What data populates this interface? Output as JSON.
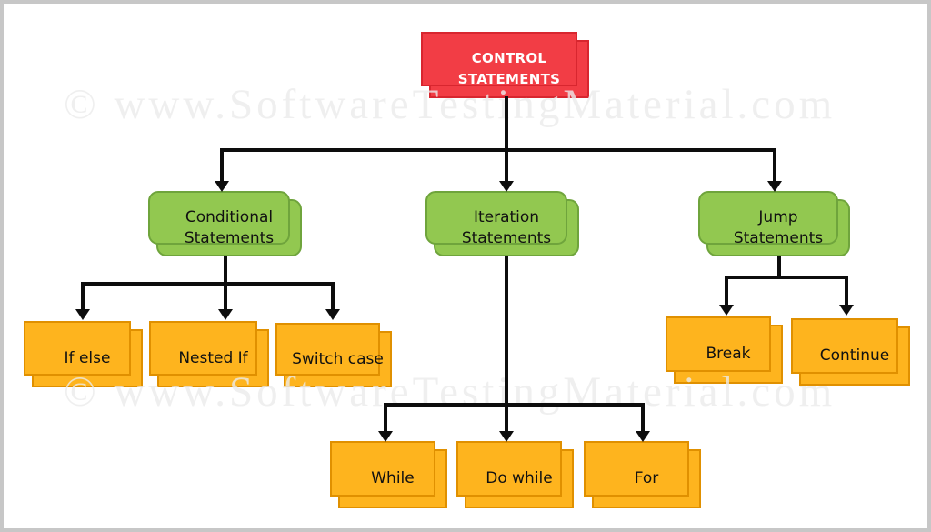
{
  "nodes": {
    "root": {
      "label": "CONTROL\nSTATEMENTS"
    },
    "conditional": {
      "label": "Conditional\nStatements"
    },
    "iteration": {
      "label": "Iteration\nStatements"
    },
    "jump": {
      "label": "Jump\nStatements"
    },
    "if_else": {
      "label": "If else"
    },
    "nested_if": {
      "label": "Nested If"
    },
    "switch_case": {
      "label": "Switch case"
    },
    "while": {
      "label": "While"
    },
    "do_while": {
      "label": "Do while"
    },
    "for": {
      "label": "For"
    },
    "break": {
      "label": "Break"
    },
    "continue": {
      "label": "Continue"
    }
  },
  "watermark": {
    "text": "© www.SoftwareTestingMaterial.com"
  },
  "hierarchy": {
    "root": "CONTROL STATEMENTS",
    "children": [
      {
        "name": "Conditional Statements",
        "children": [
          "If else",
          "Nested If",
          "Switch case"
        ]
      },
      {
        "name": "Iteration Statements",
        "children": [
          "While",
          "Do while",
          "For"
        ]
      },
      {
        "name": "Jump Statements",
        "children": [
          "Break",
          "Continue"
        ]
      }
    ]
  },
  "colors": {
    "root_fill": "#f23d45",
    "root_border": "#d8262f",
    "branch_fill": "#92c850",
    "branch_border": "#6fa43c",
    "leaf_fill": "#feb41e",
    "leaf_border": "#e09000",
    "connector": "#0d0d0d",
    "frame_border": "#c7c7c7",
    "watermark": "#ebebeb"
  }
}
